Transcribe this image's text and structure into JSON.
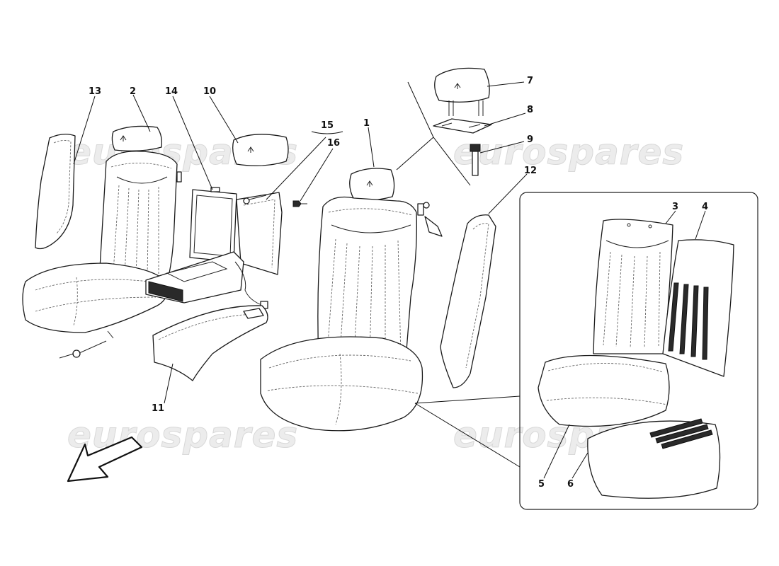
{
  "watermark": {
    "text": "eurospares"
  },
  "callouts": [
    {
      "id": "c1",
      "label": "1"
    },
    {
      "id": "c2",
      "label": "2"
    },
    {
      "id": "c3",
      "label": "3"
    },
    {
      "id": "c4",
      "label": "4"
    },
    {
      "id": "c5",
      "label": "5"
    },
    {
      "id": "c6",
      "label": "6"
    },
    {
      "id": "c7",
      "label": "7"
    },
    {
      "id": "c8",
      "label": "8"
    },
    {
      "id": "c9",
      "label": "9"
    },
    {
      "id": "c10",
      "label": "10"
    },
    {
      "id": "c11",
      "label": "11"
    },
    {
      "id": "c12",
      "label": "12"
    },
    {
      "id": "c13",
      "label": "13"
    },
    {
      "id": "c14",
      "label": "14"
    },
    {
      "id": "c15",
      "label": "15"
    },
    {
      "id": "c16",
      "label": "16"
    }
  ],
  "colors": {
    "line": "#1a1a1a",
    "watermark": "#ececec",
    "background": "#ffffff"
  },
  "icons": {
    "direction_arrow": "front-direction-arrow-icon",
    "trident_logo": "trident-logo-icon"
  }
}
